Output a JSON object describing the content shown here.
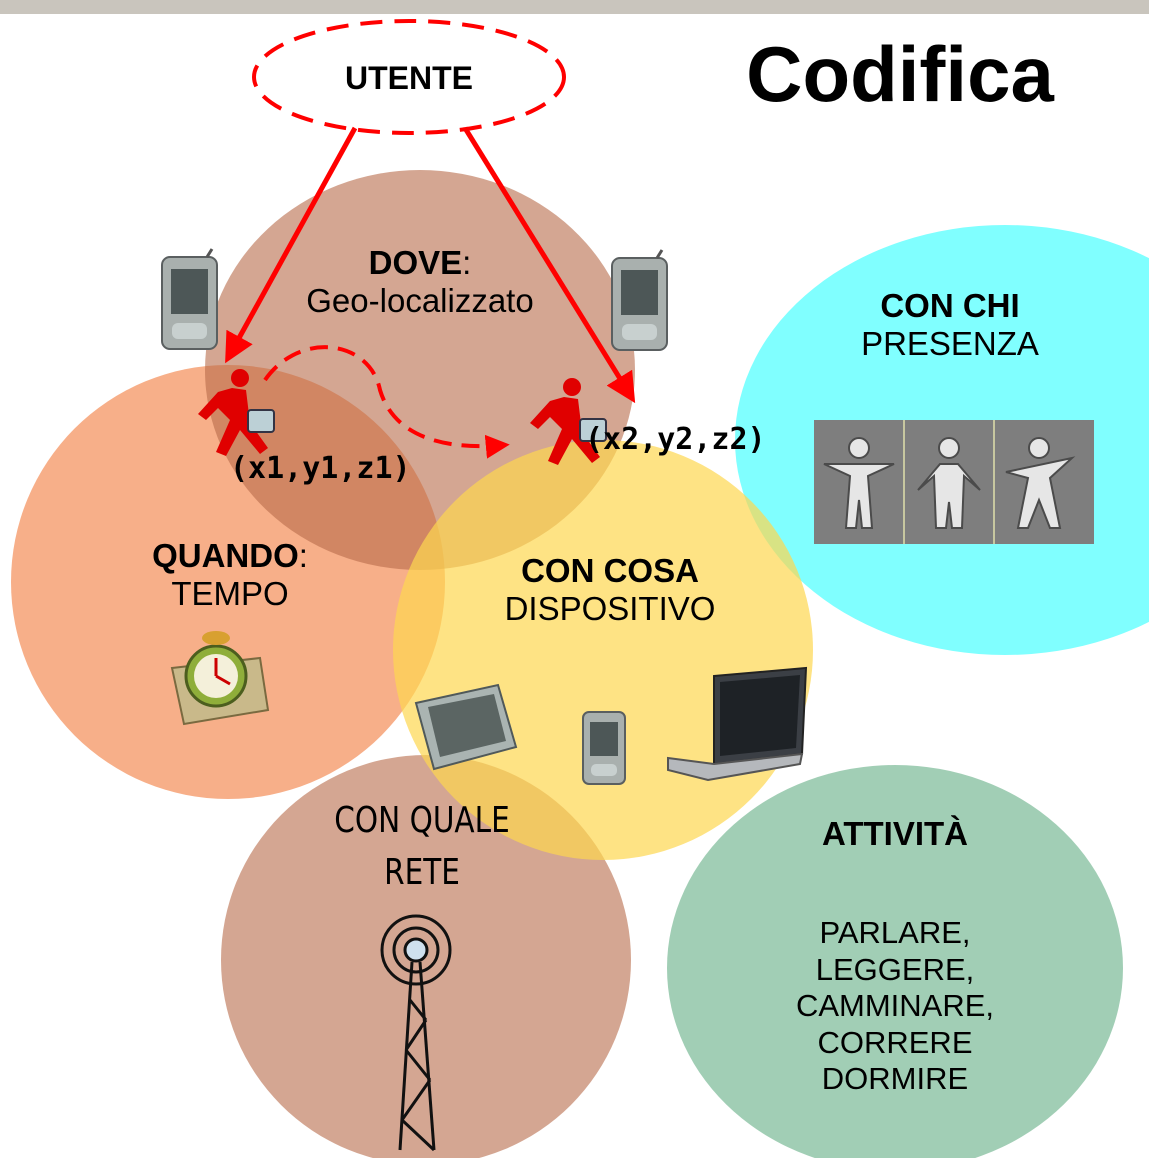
{
  "title": "Codifica",
  "user": {
    "label": "UTENTE"
  },
  "dove": {
    "heading": "DOVE",
    "sep": ":",
    "text": "Geo-localizzato"
  },
  "quando": {
    "heading": "QUANDO",
    "sep": ":",
    "text": "TEMPO"
  },
  "con_cosa": {
    "heading": "CON COSA",
    "text": "DISPOSITIVO"
  },
  "con_chi": {
    "heading": "CON CHI",
    "text": "PRESENZA"
  },
  "con_quale_rete": {
    "line1": "CON QUALE",
    "line2": "RETE"
  },
  "attivita": {
    "heading": "ATTIVITÀ",
    "items": [
      "PARLARE,",
      "LEGGERE,",
      "CAMMINARE,",
      "CORRERE",
      "DORMIRE"
    ]
  },
  "coords": {
    "p1": "(x1,y1,z1)",
    "p2": "(x2,y2,z2)"
  },
  "icons": [
    "pda-icon",
    "running-man-icon",
    "alarm-clock-icon",
    "tablet-icon",
    "laptop-icon",
    "radio-tower-icon",
    "presence-figures-icon"
  ],
  "colors": {
    "dove": "#b86a4a",
    "quando": "#f27a3a",
    "con_cosa": "#fdd750",
    "con_chi": "#80ffff",
    "rete": "#b86a4a",
    "attivita": "#6fb38e",
    "arrow": "#ff0000"
  }
}
